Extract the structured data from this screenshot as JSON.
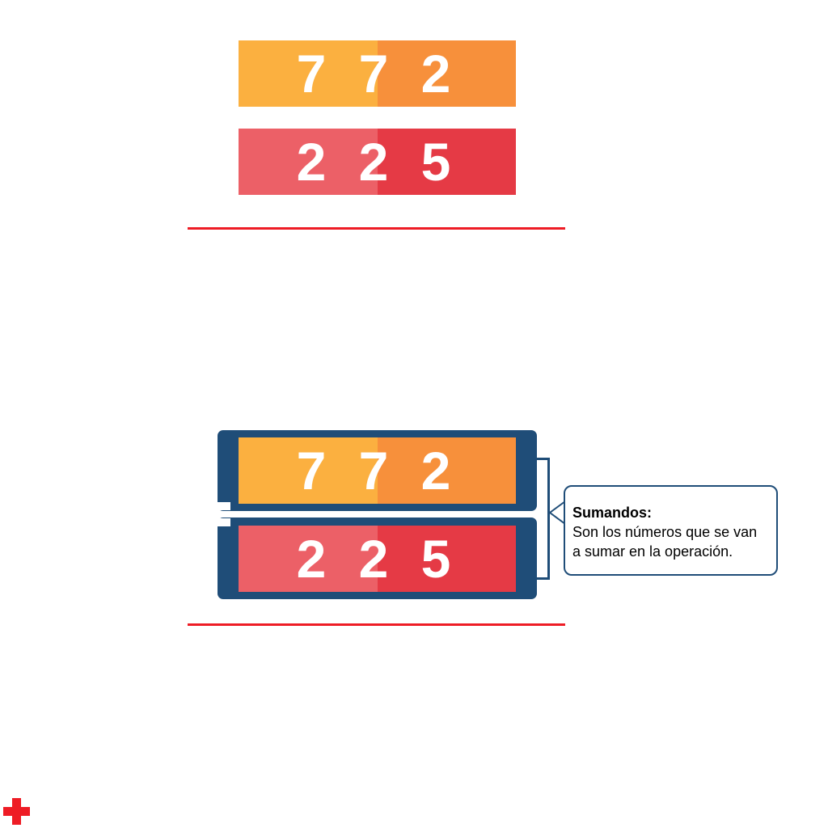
{
  "top_operation": {
    "addend_1": [
      "7",
      "7",
      "2"
    ],
    "addend_2": [
      "2",
      "2",
      "5"
    ]
  },
  "bottom_operation": {
    "addend_1": [
      "7",
      "7",
      "2"
    ],
    "addend_2": [
      "2",
      "2",
      "5"
    ]
  },
  "callout": {
    "title": "Sumandos:",
    "line_1": "Son los números que se van",
    "line_2": "a sumar en la operación."
  },
  "colors": {
    "orange_light": "#fbb040",
    "orange_dark": "#f7903b",
    "red_light": "#ec6067",
    "red_dark": "#e53a45",
    "navy": "#1f4d78",
    "rule_red": "#ee1c25"
  },
  "icons": {
    "operator": "plus-icon"
  }
}
